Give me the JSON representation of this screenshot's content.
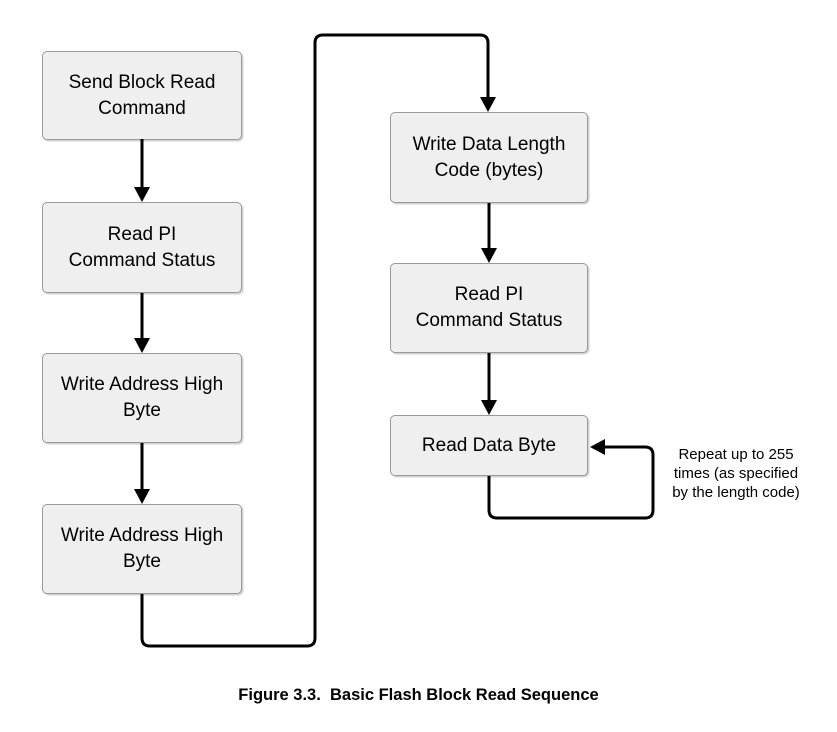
{
  "figure": {
    "caption": "Figure 3.3.  Basic Flash Block Read Sequence"
  },
  "nodes": [
    {
      "id": "send-block-read-command",
      "lines": [
        "Send Block Read",
        "Command"
      ]
    },
    {
      "id": "read-pi-command-status-1",
      "lines": [
        "Read PI",
        "Command Status"
      ]
    },
    {
      "id": "write-address-high-byte-1",
      "lines": [
        "Write Address High",
        "Byte"
      ]
    },
    {
      "id": "write-address-high-byte-2",
      "lines": [
        "Write Address High",
        "Byte"
      ]
    },
    {
      "id": "write-data-length-code",
      "lines": [
        "Write Data Length",
        "Code (bytes)"
      ]
    },
    {
      "id": "read-pi-command-status-2",
      "lines": [
        "Read PI",
        "Command Status"
      ]
    },
    {
      "id": "read-data-byte",
      "lines": [
        "Read Data Byte"
      ]
    }
  ],
  "annotation": {
    "lines": [
      "Repeat up to 255",
      "times (as specified",
      "by the length code)"
    ]
  },
  "theme": {
    "box_fill": "#efefef",
    "box_border": "#9a9a9a",
    "line_color": "#000000",
    "text_color": "#000000",
    "background": "#ffffff"
  }
}
